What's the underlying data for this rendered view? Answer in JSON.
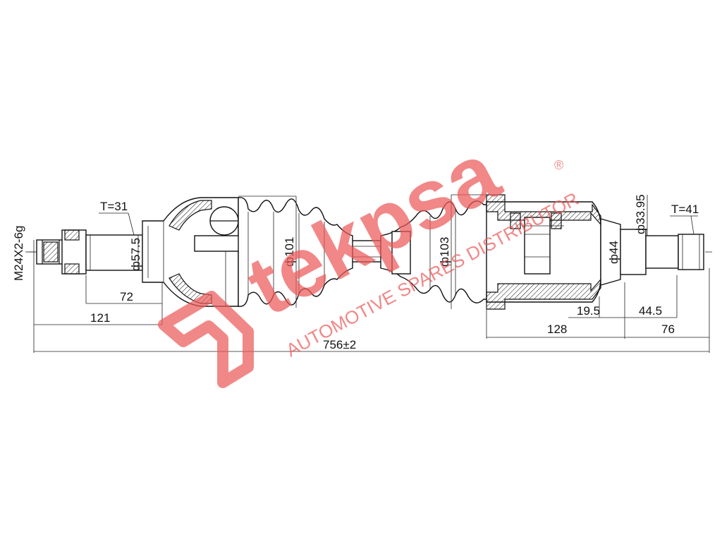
{
  "dimensions": {
    "thread": "M24X2-6g",
    "t_left": "T=31",
    "t_right": "T=41",
    "dia_57_5": "ф57.5",
    "dia_101": "ф101",
    "dia_103": "ф103",
    "dia_44": "ф44",
    "dia_33_95": "ф33.95",
    "len_72": "72",
    "len_121": "121",
    "len_128": "128",
    "len_19_5": "19.5",
    "len_44_5": "44.5",
    "len_76": "76",
    "total_length": "756±2"
  },
  "watermark": {
    "brand": "tekpsa",
    "tagline": "AUTOMOTIVE SPARES DISTRIBUTOR",
    "registered": "®",
    "color": "#ec5a5a"
  }
}
